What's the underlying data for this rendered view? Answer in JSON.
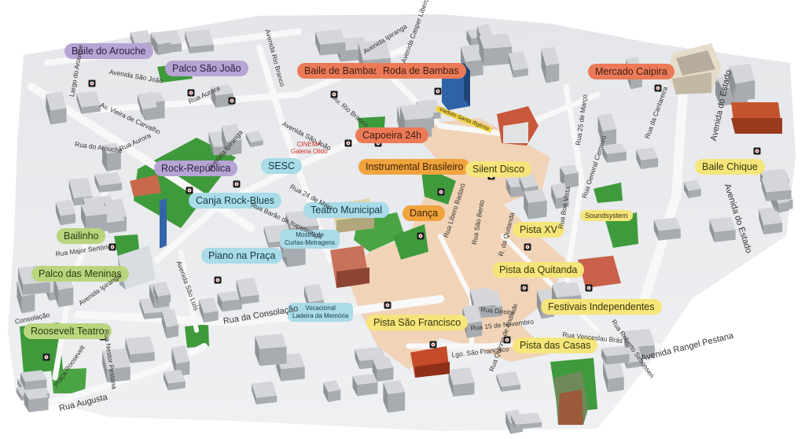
{
  "map": {
    "colors": {
      "background": "#ffffff",
      "ground": "#e9eaec",
      "street": "#f7f7f8",
      "building": "#c7c9cc",
      "building_shadow": "#9fa2a6",
      "park": "#3f9a3c",
      "route": "#f2c9a6",
      "red_label": "#ec7a57",
      "purple_label": "#b7a3d4",
      "orange_label": "#f1a33d",
      "yellow_label": "#f5e57a",
      "green_label": "#b9d57e",
      "blue_label": "#a9dbe8"
    },
    "labels": {
      "baile_do_arouche": "Baile do Arouche",
      "palco_sao_joao": "Palco São João",
      "baile_de_bambas": "Baile de Bambas",
      "roda_de_bambas": "Roda de Bambas",
      "mercado_caipira": "Mercado Caipira",
      "capoeira_24h": "Capoeira 24h",
      "cinema": "CINEMA\nGaleria Olido",
      "rock_republica": "Rock-República",
      "sesc": "SESC",
      "instrumental_brasileiro": "Instrumental Brasileiro",
      "silent_disco": "Silent Disco",
      "baile_chique": "Baile Chique",
      "canja_rock_blues": "Canja Rock-Blues",
      "teatro_municipal": "Teatro Municipal",
      "danca": "Dança",
      "soundsystem": "Soundsystem",
      "bailinho": "Bailinho",
      "pista_xv": "Pista XV",
      "mostra": "Mostra de\nCurtas-Metragens",
      "piano_na_praca": "Piano na Praça",
      "palco_das_meninas": "Palco das Meninas",
      "pista_da_quitanda": "Pista da Quitanda",
      "festivais_independentes": "Festivais Independentes",
      "vocacional": "Vocacional\nLadeira da Memória",
      "roosevelt_teatro": "Roosevelt Teatro",
      "pista_sao_francisco": "Pista São Francisco",
      "pista_das_casas": "Pista das Casas"
    },
    "streets": {
      "avenida_rio_branco": "Avenida Rio Branco",
      "avenida_ipiranga_top": "Avenida Ipiranga",
      "avenida_casper_libero": "Avenida Casper Líbero",
      "avenida_sao_joao": "Avenida São João",
      "largo_do_arouche": "Largo do Arouche",
      "av_vieira_de_carvalho": "Av. Vieira de Carvalho",
      "rua_aurora_1": "Rua Aurora",
      "rua_aurora_2": "Rua Aurora",
      "rua_do_arouche": "Rua do Arouche",
      "avenida_ipiranga_mid": "Avenida Ipiranga",
      "av_rio_branco_short": "Av. Rio Branco",
      "avenida_sao_joao_2": "Avenida São João",
      "viaduto_santa_ifigenia": "Viaduto Santa Ifigênia",
      "rua_25_de_marco": "Rua 25 de Março",
      "rua_da_cantareira": "Rua da Cantareira",
      "avenida_do_estado_1": "Avenida do Estado",
      "avenida_do_estado_2": "Avenida do Estado",
      "rua_24_de_maio": "Rua 24 de Maio",
      "rua_barao_itapetininga": "Rua Barão de Itapetininga",
      "rua_major_sertorio": "Rua Major Sertório",
      "avenida_sao_luis": "Avenida São Luís",
      "avenida_ipiranga_low": "Avenida Ipiranga",
      "rua_da_consolacao": "Rua da Consolação",
      "consolacao_left": "Consolação",
      "rua_augusta": "Rua Augusta",
      "rua_nestor_pestana": "Rua Nestor Pestana",
      "praca_roosevelt": "Praça Roosevelt",
      "lgo_sao_francisco": "Lgo. São Francisco",
      "rua_sao_bento": "Rua São Bento",
      "rua_libero_badaro": "Rua Líbero Badaró",
      "rua_boa_vista": "Rua Boa Vista",
      "rua_quitanda": "R. da Quitanda",
      "rua_direita": "Rua Direita",
      "rua_15_novembro": "Rua 15 de Novembro",
      "rua_venceslau_bras": "Rua Venceslau Brás",
      "rua_roberto_simonsen": "Rua Roberto Simonsen",
      "avenida_rangel_pestana": "Avenida Rangel Pestana",
      "rua_quirino_andrade": "Rua Quirino de Andrade",
      "rua_general_carneiro": "Rua General Carneiro"
    }
  }
}
